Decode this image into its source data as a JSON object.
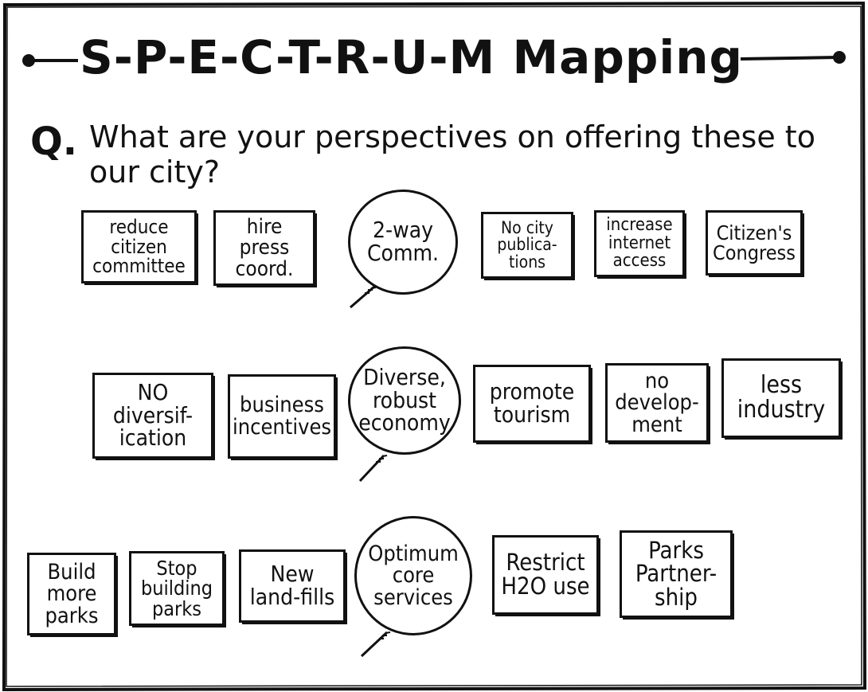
{
  "title": "S-P-E-C-T-R-U-M Mapping",
  "question": {
    "mark": "Q.",
    "text": "What are your perspectives on offering these to our city?"
  },
  "rows": [
    {
      "topic": "2-way Comm.",
      "left": [
        "reduce citizen committee",
        "hire press coord."
      ],
      "right": [
        "No city publica-tions",
        "increase internet access",
        "Citizen's Congress"
      ]
    },
    {
      "topic": "Diverse, robust economy",
      "left": [
        "NO diversif-ication",
        "business incentives"
      ],
      "right": [
        "promote tourism",
        "no develop-ment",
        "less industry"
      ]
    },
    {
      "topic": "Optimum core services",
      "left": [
        "Build more parks",
        "Stop building parks",
        "New land-fills"
      ],
      "right": [
        "Restrict H2O use",
        "Parks Partner-ship"
      ]
    }
  ]
}
